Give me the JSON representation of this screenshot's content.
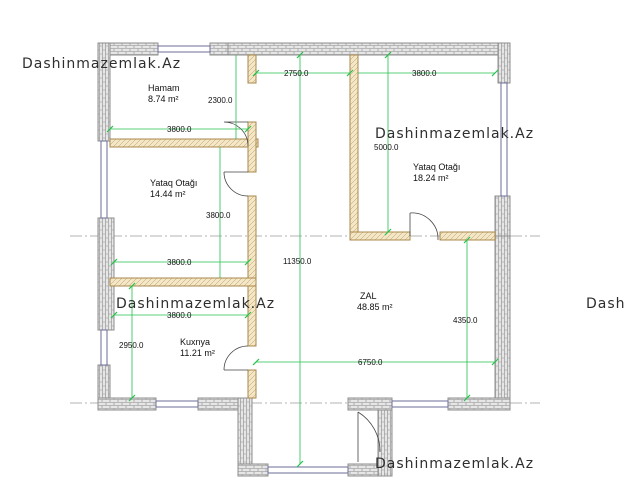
{
  "watermark": "Dashinmazemlak.Az",
  "watermark_partial": "Dash",
  "rooms": [
    {
      "name": "Hamam",
      "area": "8.74 m²"
    },
    {
      "name": "Yataq Otağı",
      "area": "14.44 m²"
    },
    {
      "name": "Yataq Otağı",
      "area": "18.24 m²"
    },
    {
      "name": "ZAL",
      "area": "48.85 m²"
    },
    {
      "name": "Kuxnya",
      "area": "11.21 m²"
    }
  ],
  "dimensions": {
    "d2750": "2750.0",
    "d3800_top_right": "3800.0",
    "d2300": "2300.0",
    "d3800_hamam": "3800.0",
    "d5000": "5000.0",
    "d3800_bedroom": "3800.0",
    "d11350": "11350.0",
    "d3800_mid": "3800.0",
    "d3800_lower": "3800.0",
    "d4350": "4350.0",
    "d2950": "2950.0",
    "d6750": "6750.0"
  },
  "colors": {
    "wall_outline": "#8c8c8c",
    "wall_fill": "#d9d9d9",
    "partition": "#a8874a",
    "partition_fill": "#f2e6c9",
    "dimension": "#22c24a",
    "window": "#6b6b9a",
    "axis": "#9a9a9a"
  }
}
